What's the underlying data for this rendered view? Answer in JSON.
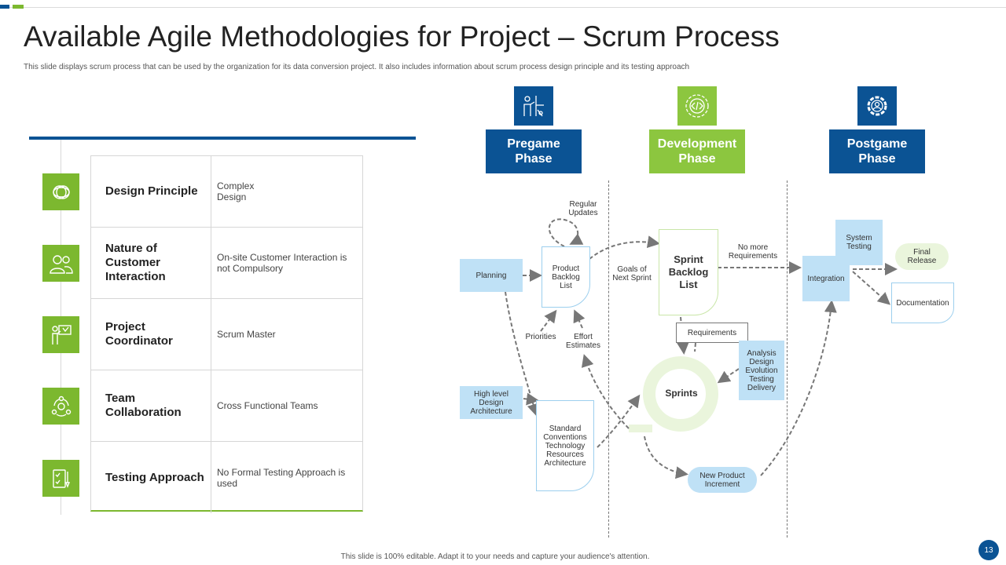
{
  "slide": {
    "title": "Available Agile Methodologies for Project – Scrum Process",
    "subtitle": "This slide displays scrum process that can be used by the organization for its data conversion project. It also includes information about scrum process design principle and its testing approach",
    "footer": "This slide is 100% editable.  Adapt it to your needs and capture your audience's attention.",
    "page_number": "13"
  },
  "table": {
    "rows": [
      {
        "icon": "rings-icon",
        "name": "Design Principle",
        "value": "Complex\nDesign"
      },
      {
        "icon": "users-icon",
        "name": "Nature of Customer Interaction",
        "value": "On-site Customer Interaction is not Compulsory"
      },
      {
        "icon": "presenter-icon",
        "name": "Project Coordinator",
        "value": "Scrum Master"
      },
      {
        "icon": "team-network-icon",
        "name": "Team Collaboration",
        "value": "Cross Functional Teams"
      },
      {
        "icon": "checklist-icon",
        "name": "Testing Approach",
        "value": "No Formal Testing Approach is used"
      }
    ]
  },
  "phases": [
    {
      "label": "Pregame\nPhase",
      "icon": "presentation-person-icon",
      "color": "#0b5394"
    },
    {
      "label": "Development\nPhase",
      "icon": "code-gear-icon",
      "color": "#8cc63f"
    },
    {
      "label": "Postgame\nPhase",
      "icon": "gear-person-icon",
      "color": "#0b5394"
    }
  ],
  "diagram": {
    "planning": "Planning",
    "high_level_design": "High level\nDesign\nArchitecture",
    "product_backlog": "Product\nBacklog\nList",
    "regular_updates": "Regular\nUpdates",
    "priorities": "Priorities",
    "effort_estimates": "Effort\nEstimates",
    "standard_conventions": "Standard\nConventions\nTechnology\nResources\nArchitecture",
    "goals_next_sprint": "Goals of\nNext Sprint",
    "sprint_backlog": "Sprint\nBacklog\nList",
    "requirements": "Requirements",
    "analysis_box": "Analysis\nDesign\nEvolution\nTesting\nDelivery",
    "sprints": "Sprints",
    "new_product_increment": "New Product\nIncrement",
    "no_more_requirements": "No more\nRequirements",
    "integration": "Integration",
    "system_testing": "System\nTesting",
    "final_release": "Final\nRelease",
    "documentation": "Documentation"
  },
  "colors": {
    "primary_blue": "#0b5394",
    "primary_green": "#7cb82f",
    "light_blue": "#bfe1f6",
    "light_green": "#eaf5dc"
  }
}
